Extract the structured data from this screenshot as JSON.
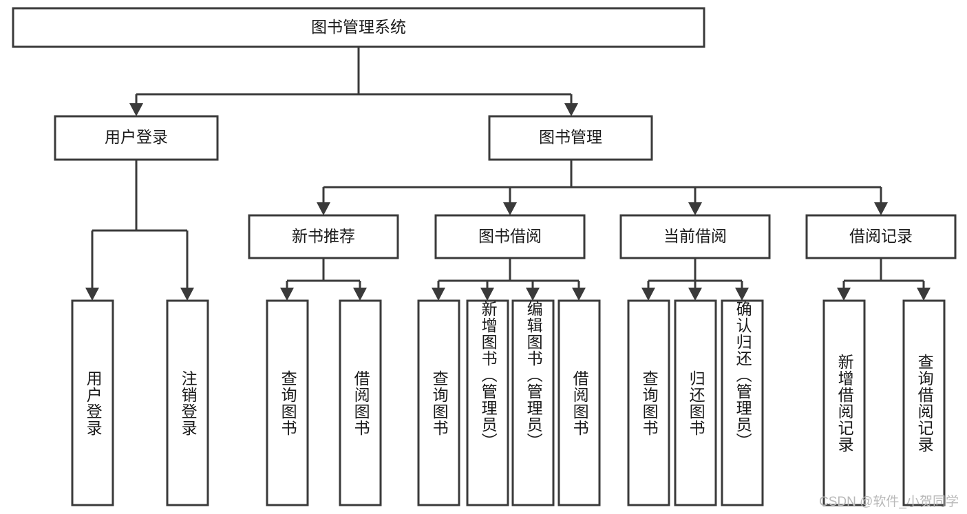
{
  "diagram": {
    "type": "tree",
    "title": "图书管理系统",
    "orientation": "top-down",
    "levels": 4,
    "root": {
      "id": "root",
      "label": "图书管理系统"
    },
    "level2": [
      {
        "id": "user-login",
        "label": "用户登录"
      },
      {
        "id": "book-manage",
        "label": "图书管理"
      }
    ],
    "level3": [
      {
        "id": "new-book-rec",
        "label": "新书推荐",
        "parent": "book-manage"
      },
      {
        "id": "book-borrow",
        "label": "图书借阅",
        "parent": "book-manage"
      },
      {
        "id": "current-borrow",
        "label": "当前借阅",
        "parent": "book-manage"
      },
      {
        "id": "borrow-record",
        "label": "借阅记录",
        "parent": "book-manage"
      }
    ],
    "leaves": {
      "user-login": [
        {
          "id": "leaf-user-login",
          "label": "用户登录"
        },
        {
          "id": "leaf-logout",
          "label": "注销登录"
        }
      ],
      "new-book-rec": [
        {
          "id": "leaf-query-book-1",
          "label": "查询图书"
        },
        {
          "id": "leaf-borrow-book-1",
          "label": "借阅图书"
        }
      ],
      "book-borrow": [
        {
          "id": "leaf-query-book-2",
          "label": "查询图书"
        },
        {
          "id": "leaf-add-book",
          "label": "新增图书（管理员）"
        },
        {
          "id": "leaf-edit-book",
          "label": "编辑图书（管理员）"
        },
        {
          "id": "leaf-borrow-book-2",
          "label": "借阅图书"
        }
      ],
      "current-borrow": [
        {
          "id": "leaf-query-book-3",
          "label": "查询图书"
        },
        {
          "id": "leaf-return-book",
          "label": "归还图书"
        },
        {
          "id": "leaf-confirm-return",
          "label": "确认归还（管理员）"
        }
      ],
      "borrow-record": [
        {
          "id": "leaf-add-record",
          "label": "新增借阅记录"
        },
        {
          "id": "leaf-query-record",
          "label": "查询借阅记录"
        }
      ]
    },
    "colors": {
      "stroke": "#3a3a3a",
      "fill": "#ffffff",
      "text": "#1a1a1a",
      "watermark": "#b9b9b9"
    }
  },
  "watermark": {
    "text": "CSDN @软件_小贺同学"
  }
}
